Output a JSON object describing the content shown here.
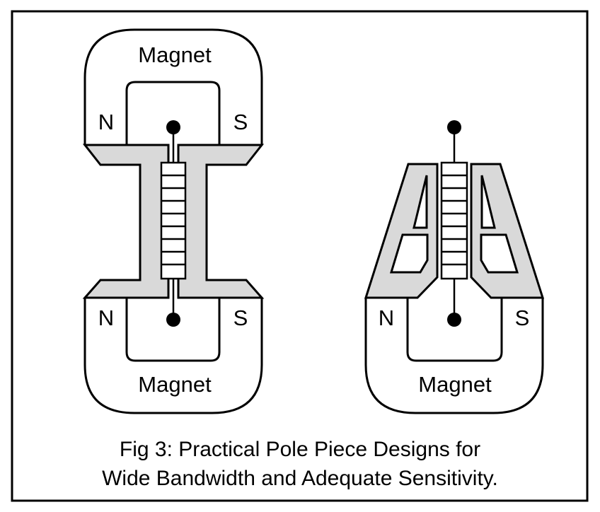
{
  "left_design": {
    "top_magnet_label": "Magnet",
    "bottom_magnet_label": "Magnet",
    "top_north_label": "N",
    "top_south_label": "S",
    "bottom_north_label": "N",
    "bottom_south_label": "S"
  },
  "right_design": {
    "magnet_label": "Magnet",
    "north_label": "N",
    "south_label": "S"
  },
  "caption": {
    "line1": "Fig 3: Practical Pole Piece Designs for",
    "line2": "Wide Bandwidth and Adequate Sensitivity."
  },
  "colors": {
    "pole_fill": "#d9d9d9",
    "stroke": "#000000",
    "background": "#ffffff"
  }
}
